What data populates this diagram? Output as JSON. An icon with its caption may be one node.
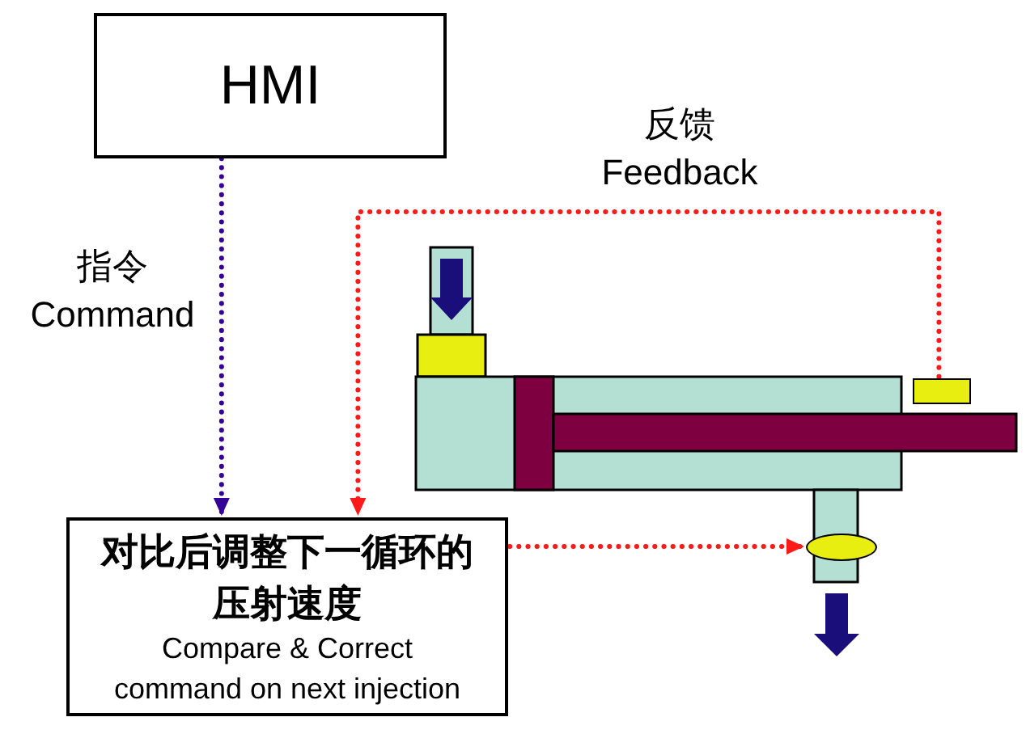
{
  "diagram": {
    "nodes": [
      {
        "text": [
          "HMI"
        ]
      },
      {
        "text": [
          "对比后调整下一循环的压射速度",
          "Compare & Correct command on next injection"
        ]
      },
      {
        "text": [],
        "shape": "box"
      },
      {
        "text": [],
        "shape": "ellipse"
      }
    ],
    "edges": [
      {
        "from": 0,
        "to": 1,
        "arrow": "to",
        "label": "指令 Command",
        "color": "#330099"
      },
      {
        "from": 2,
        "to": 1,
        "arrow": "to",
        "label": "反馈 Feedback"
      },
      {
        "from": 1,
        "to": 3,
        "arrow": "to"
      }
    ]
  }
}
